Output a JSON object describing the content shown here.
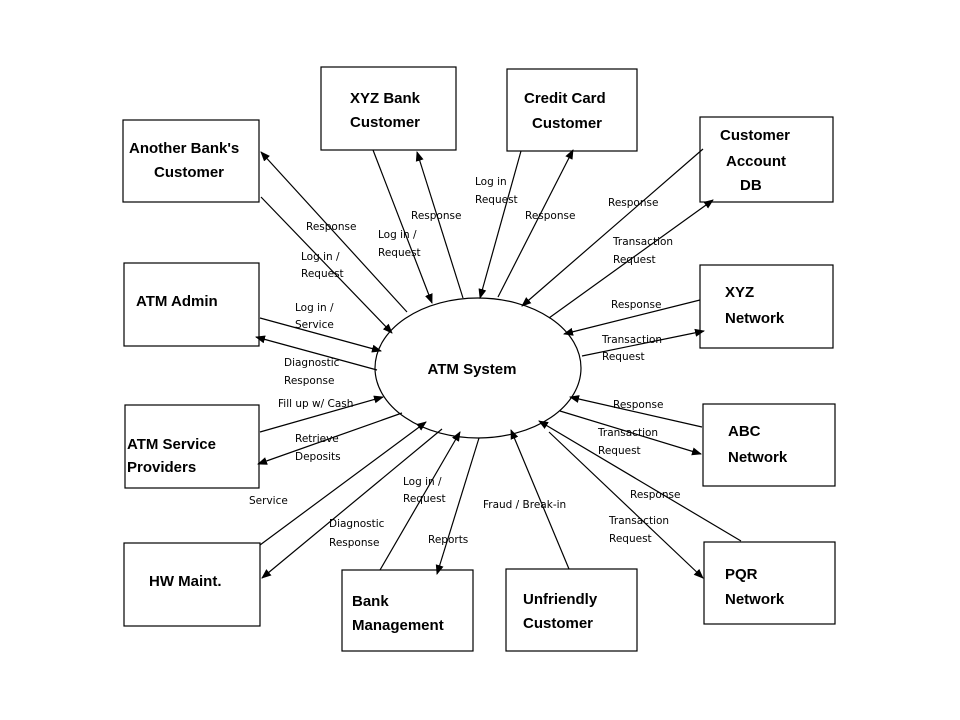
{
  "center": {
    "label": "ATM System"
  },
  "entities": {
    "another_bank": [
      "Another Bank's",
      "Customer"
    ],
    "xyz_bank": [
      "XYZ Bank",
      "Customer"
    ],
    "credit_card": [
      "Credit Card",
      "Customer"
    ],
    "customer_db": [
      "Customer",
      "Account",
      "DB"
    ],
    "atm_admin": [
      "ATM Admin"
    ],
    "xyz_network": [
      "XYZ",
      "Network"
    ],
    "atm_service": [
      "ATM Service",
      "Providers"
    ],
    "abc_network": [
      "ABC",
      "Network"
    ],
    "hw_maint": [
      "HW Maint."
    ],
    "bank_mgmt": [
      "Bank",
      "Management"
    ],
    "unfriendly": [
      "Unfriendly",
      "Customer"
    ],
    "pqr_network": [
      "PQR",
      "Network"
    ]
  },
  "flows": {
    "another_response": [
      "Response"
    ],
    "another_login": [
      "Log in /",
      "Request"
    ],
    "xyz_login": [
      "Log in /",
      "Request"
    ],
    "xyz_response": [
      "Response"
    ],
    "cc_login": [
      "Log in",
      "Request"
    ],
    "cc_response": [
      "Response"
    ],
    "db_response": [
      "Response"
    ],
    "db_transaction": [
      "Transaction",
      "Request"
    ],
    "admin_login": [
      "Log in /",
      "Service"
    ],
    "admin_diag": [
      "Diagnostic",
      "Response"
    ],
    "xyznet_response": [
      "Response"
    ],
    "xyznet_transaction": [
      "Transaction",
      "Request"
    ],
    "svc_fill": [
      "Fill up w/ Cash"
    ],
    "svc_retrieve": [
      "Retrieve",
      "Deposits"
    ],
    "abc_response": [
      "Response"
    ],
    "abc_transaction": [
      "Transaction",
      "Request"
    ],
    "hw_service": [
      "Service"
    ],
    "hw_diag": [
      "Diagnostic",
      "Response"
    ],
    "mgmt_login": [
      "Log in /",
      "Request"
    ],
    "mgmt_reports": [
      "Reports"
    ],
    "unfriendly_fraud": [
      "Fraud / Break-in"
    ],
    "pqr_response": [
      "Response"
    ],
    "pqr_transaction": [
      "Transaction",
      "Request"
    ]
  }
}
